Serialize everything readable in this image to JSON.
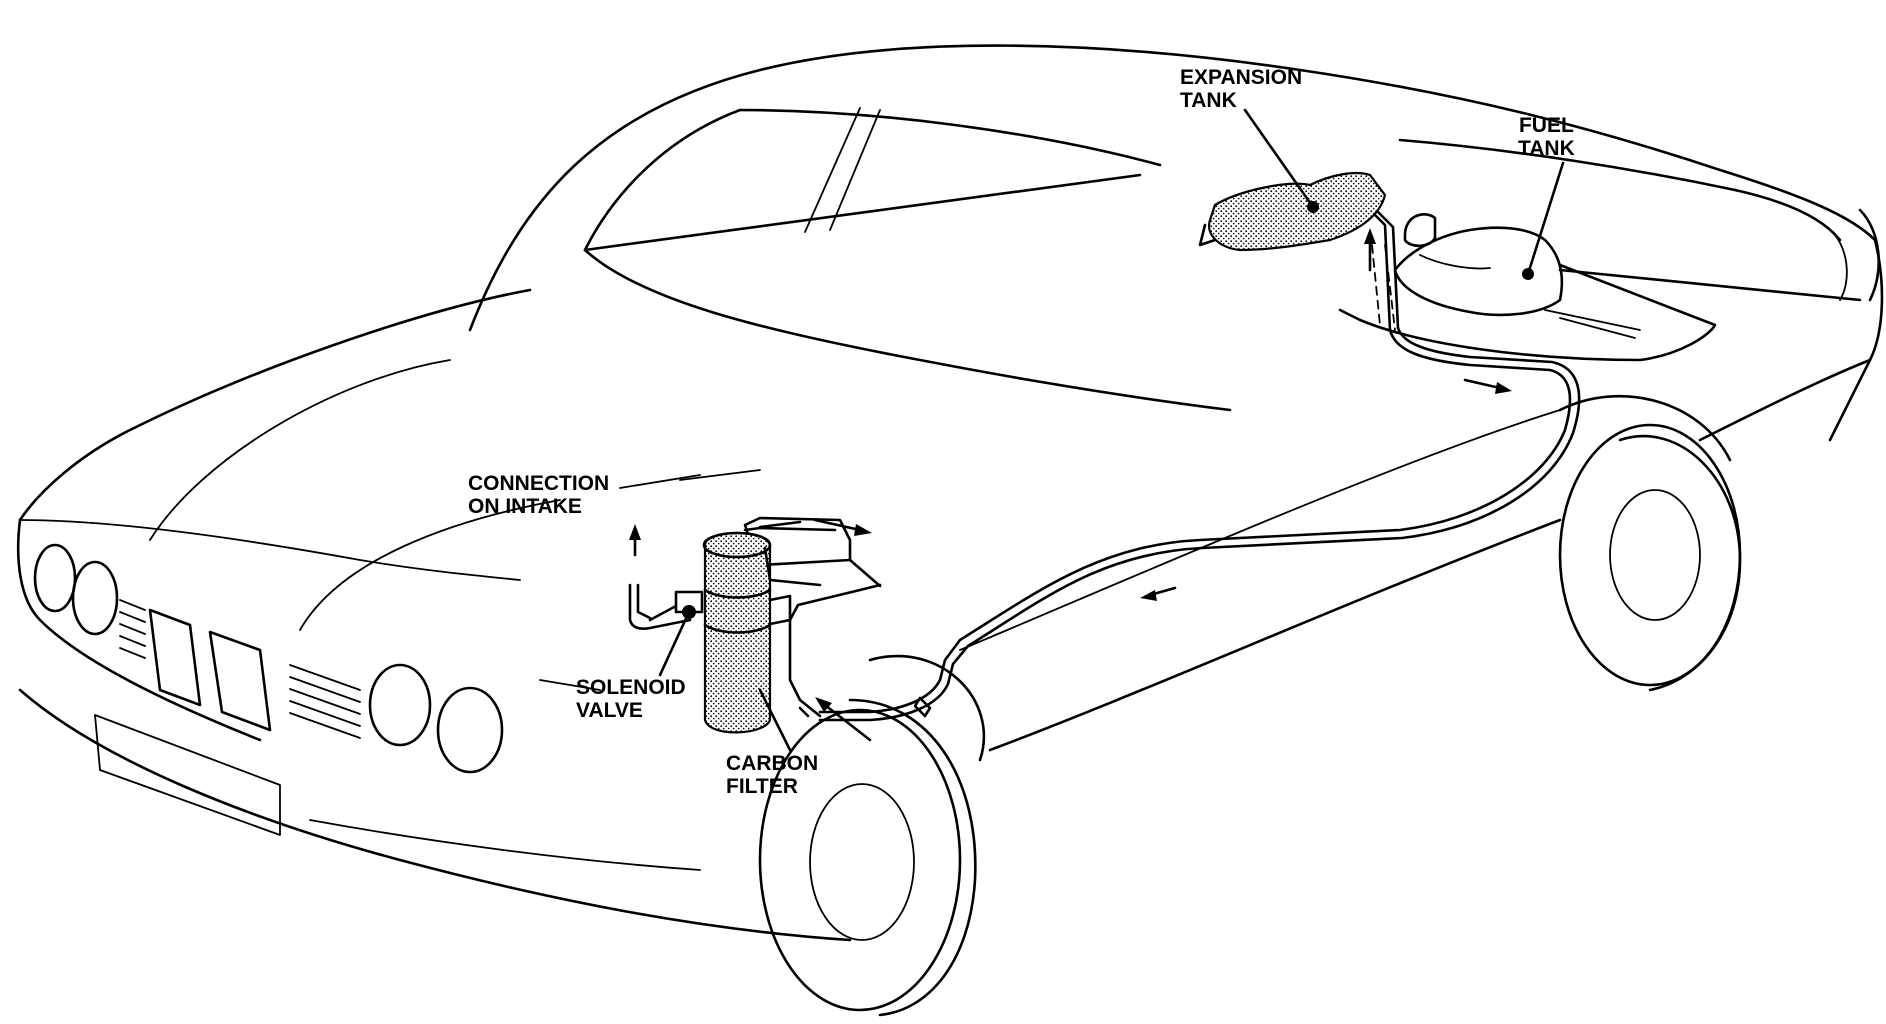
{
  "labels": {
    "expansion_tank": [
      "EXPANSION",
      "TANK"
    ],
    "fuel_tank": [
      "FUEL",
      "TANK"
    ],
    "connection_on_intake": [
      "CONNECTION",
      "ON INTAKE"
    ],
    "solenoid_valve": [
      "SOLENOID",
      "VALVE"
    ],
    "carbon_filter": [
      "CARBON",
      "FILTER"
    ]
  }
}
